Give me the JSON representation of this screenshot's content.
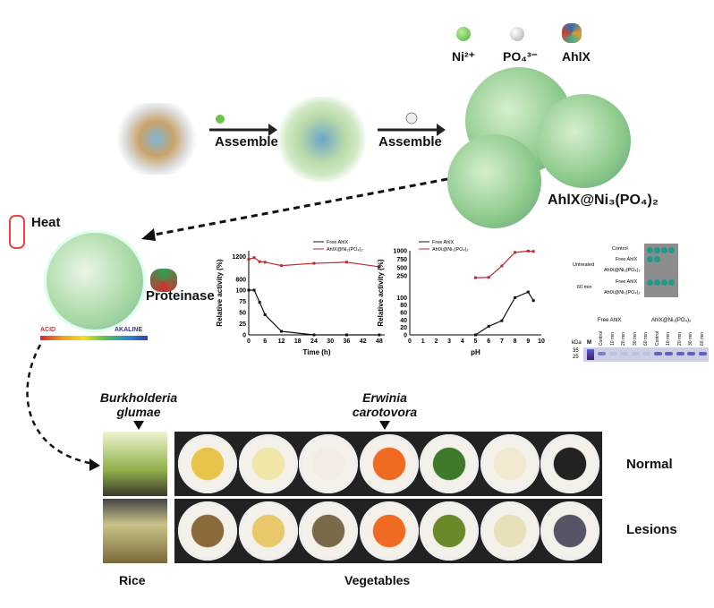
{
  "legend": {
    "ni": "Ni²⁺",
    "po4": "PO₄³⁻",
    "ahlx": "AhlX"
  },
  "steps": {
    "assemble1": "Assemble",
    "assemble2": "Assemble"
  },
  "product_label": "AhlX@Ni₃(PO₄)₂",
  "stress": {
    "heat": "Heat",
    "proteinase": "Proteinase",
    "acid": "ACID",
    "alkaline": "AKALINE"
  },
  "pathogens": {
    "p1": "Burkholderia glumae",
    "p2": "Erwinia carotovora"
  },
  "rows": {
    "normal": "Normal",
    "lesions": "Lesions"
  },
  "columns": {
    "rice": "Rice",
    "vegetables": "Vegetables"
  },
  "dot_assay": {
    "control": "Control",
    "untreated": "Untreated",
    "min60": "60 min",
    "free": "Free AhlX",
    "nano": "AhlX@Ni₃(PO₄)₂",
    "dots": {
      "control": 4,
      "untreated_free": 2,
      "untreated_nano": 0,
      "min60_free": 4,
      "min60_nano": 0
    }
  },
  "gel": {
    "kda": "kDa",
    "m": "M",
    "marker35": "35",
    "marker25": "25",
    "free_header": "Free AhlX",
    "nano_header": "AhlX@Ni₃(PO₄)₂",
    "lanes": [
      "Control",
      "10 min",
      "20 min",
      "30 min",
      "60 min"
    ]
  },
  "colors": {
    "free": "#111111",
    "nano": "#c0292f"
  },
  "chart_data": [
    {
      "type": "line",
      "title": "",
      "xlabel": "Time (h)",
      "ylabel": "Relative activity (%)",
      "xlim": [
        0,
        50
      ],
      "xticks": [
        0,
        6,
        12,
        18,
        24,
        30,
        36,
        42,
        48
      ],
      "ylim_lower": [
        0,
        100
      ],
      "yticks_lower": [
        0,
        25,
        50,
        75,
        100
      ],
      "ylim_upper": [
        800,
        1300
      ],
      "yticks_upper": [
        800,
        1200
      ],
      "legend": "top-right",
      "series": [
        {
          "name": "Free AhlX",
          "x": [
            0,
            2,
            4,
            6,
            12,
            24,
            36,
            48
          ],
          "y": [
            100,
            100,
            73,
            45,
            8,
            0,
            0,
            0
          ]
        },
        {
          "name": "AhlX@Ni₃(PO₄)₂",
          "x": [
            0,
            2,
            4,
            6,
            12,
            24,
            36,
            48
          ],
          "y": [
            1150,
            1180,
            1110,
            1100,
            1040,
            1080,
            1100,
            1020
          ]
        }
      ]
    },
    {
      "type": "line",
      "title": "",
      "xlabel": "pH",
      "ylabel": "Relative activity (%)",
      "xlim": [
        0,
        10
      ],
      "xticks": [
        0,
        1,
        2,
        3,
        4,
        5,
        6,
        7,
        8,
        9,
        10
      ],
      "ylim_lower": [
        0,
        120
      ],
      "yticks_lower": [
        0,
        20,
        40,
        60,
        80,
        100
      ],
      "ylim_upper": [
        150,
        1000
      ],
      "yticks_upper": [
        250,
        500,
        750,
        1000
      ],
      "legend": "top-left",
      "series": [
        {
          "name": "Free AhlX",
          "x": [
            5,
            6,
            7,
            8,
            9,
            9.4
          ],
          "y": [
            0,
            23,
            38,
            100,
            115,
            92
          ]
        },
        {
          "name": "AhlX@Ni₃(PO₄)₂",
          "x": [
            5,
            6,
            7,
            8,
            9,
            9.4
          ],
          "y": [
            200,
            210,
            550,
            950,
            990,
            980
          ]
        }
      ]
    }
  ]
}
